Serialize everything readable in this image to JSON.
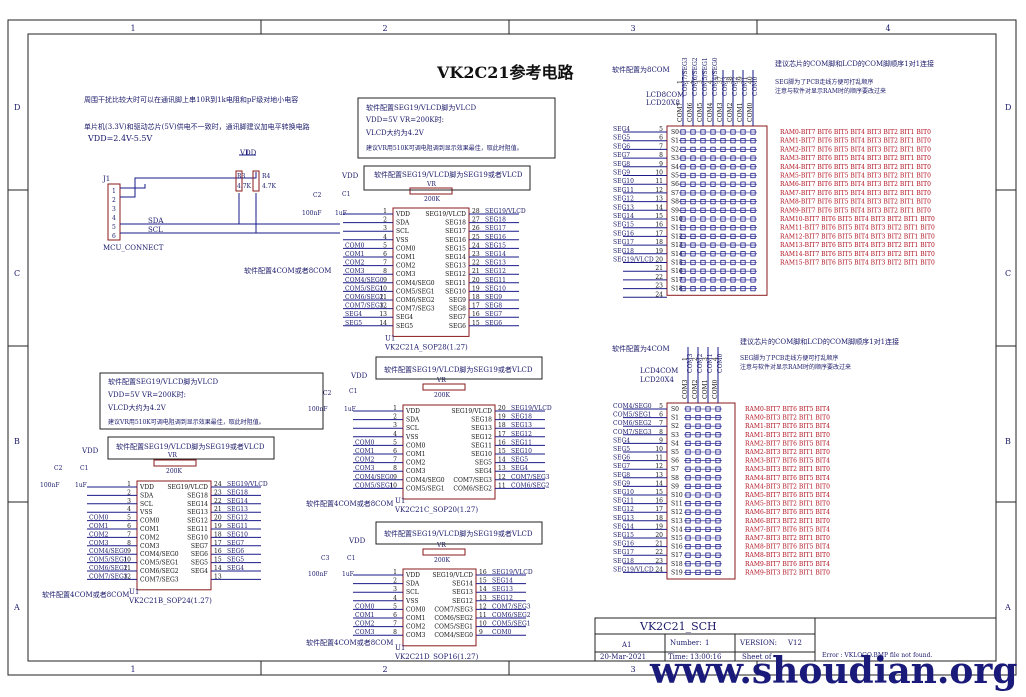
{
  "title": "VK2C21参考电路",
  "watermark": "www.shoudian.org",
  "frame": {
    "cols": [
      "1",
      "2",
      "3",
      "4"
    ],
    "rows": [
      "D",
      "C",
      "B",
      "A"
    ]
  },
  "notes": {
    "pullup": "周围干扰比较大时可以在通讯脚上串10R到1k电阻和pF级对地小电容",
    "mcu": "单片机(3.3V)和驱动芯片(5V)供电不一致时，通讯脚建议加电平转换电路",
    "vdd_range": "VDD=2.4V-5.5V",
    "vlcd_box1": [
      "软件配置SEG19/VLCD脚为VLCD",
      "VDD=5V VR=200K时:",
      "VLCD大约为4.2V",
      "建议VR用510K可调电阻调到显示效果最佳，取此时阻值。"
    ],
    "vlcd_box2": [
      "软件配置SEG19/VLCD脚为VLCD",
      "VDD=5V VR=200K时:",
      "VLCD大约为4.2V",
      "建议VR用510K可调电阻调到显示效果最佳，取此时阻值。"
    ],
    "seg_or_vlcd": "软件配置SEG19/VLCD脚为SEG19或者VLCD",
    "com_cfg": "软件配置4COM或者8COM",
    "lcd8_title": "软件配置为8COM",
    "lcd4_title": "软件配置为4COM",
    "lcd8_advice": [
      "建议芯片的COM脚和LCD的COM脚顺序1对1连接",
      "SEG脚为了PCB走线方便可打乱顺序",
      "注意与软件对显示RAM时的顺序要改过来"
    ],
    "lcd4_advice": [
      "建议芯片的COM脚和LCD的COM脚顺序1对1连接",
      "SEG脚为了PCB走线方便可打乱顺序",
      "注意与软件对显示RAM时的顺序要改过来"
    ]
  },
  "components": {
    "j1": "J1",
    "j1_name": "MCU_CONNECT",
    "j1_pins": [
      "1",
      "2",
      "3",
      "4",
      "5",
      "6"
    ],
    "r3": "R3",
    "r3_val": "4.7K",
    "r4": "R4",
    "r4_val": "4.7K",
    "c_100nf": "100nF",
    "c_1uf": "1uF",
    "vr": "VR",
    "vr_val": "200K",
    "c1": "C1",
    "c2": "C2",
    "c3": "C3",
    "vdd": "VDD",
    "u1": "U1",
    "sda": "SDA",
    "scl": "SCL"
  },
  "chips": {
    "a": {
      "name": "VK2C21A_SOP28(1.27)",
      "left": [
        [
          "VDD",
          "1"
        ],
        [
          "SDA",
          "2"
        ],
        [
          "SCL",
          "3"
        ],
        [
          "VSS",
          "4"
        ],
        [
          "COM0",
          "5"
        ],
        [
          "COM1",
          "6"
        ],
        [
          "COM2",
          "7"
        ],
        [
          "COM3",
          "8"
        ],
        [
          "COM4/SEG0",
          "9"
        ],
        [
          "COM5/SEG1",
          "10"
        ],
        [
          "COM6/SEG2",
          "11"
        ],
        [
          "COM7/SEG3",
          "12"
        ],
        [
          "SEG4",
          "13"
        ],
        [
          "SEG5",
          "14"
        ]
      ],
      "right": [
        [
          "SEG19/VLCD",
          "28"
        ],
        [
          "SEG18",
          "27"
        ],
        [
          "SEG17",
          "26"
        ],
        [
          "SEG16",
          "25"
        ],
        [
          "SEG15",
          "24"
        ],
        [
          "SEG14",
          "23"
        ],
        [
          "SEG13",
          "22"
        ],
        [
          "SEG12",
          "21"
        ],
        [
          "SEG11",
          "20"
        ],
        [
          "SEG10",
          "19"
        ],
        [
          "SEG9",
          "18"
        ],
        [
          "SEG8",
          "17"
        ],
        [
          "SEG7",
          "16"
        ],
        [
          "SEG6",
          "15"
        ]
      ],
      "lnet": [
        "",
        "",
        "",
        "",
        "COM0",
        "COM1",
        "COM2",
        "COM3",
        "COM4/SEG0",
        "COM5/SEG1",
        "COM6/SEG2",
        "COM7/SEG3",
        "SEG4",
        "SEG5"
      ],
      "rnet": [
        "SEG19/VLCD",
        "SEG18",
        "SEG17",
        "SEG16",
        "SEG15",
        "SEG14",
        "SEG13",
        "SEG12",
        "SEG11",
        "SEG10",
        "SEG9",
        "SEG8",
        "SEG7",
        "SEG6"
      ]
    },
    "b": {
      "name": "VK2C21B_SOP24(1.27)",
      "left": [
        [
          "VDD",
          "1"
        ],
        [
          "SDA",
          "2"
        ],
        [
          "SCL",
          "3"
        ],
        [
          "VSS",
          "4"
        ],
        [
          "COM0",
          "5"
        ],
        [
          "COM1",
          "6"
        ],
        [
          "COM2",
          "7"
        ],
        [
          "COM3",
          "8"
        ],
        [
          "COM4/SEG0",
          "9"
        ],
        [
          "COM5/SEG1",
          "10"
        ],
        [
          "COM6/SEG2",
          "11"
        ],
        [
          "COM7/SEG3",
          "12"
        ]
      ],
      "right": [
        [
          "SEG19/VLCD",
          "24"
        ],
        [
          "SEG18",
          "23"
        ],
        [
          "SEG14",
          "22"
        ],
        [
          "SEG13",
          "21"
        ],
        [
          "SEG12",
          "20"
        ],
        [
          "SEG11",
          "19"
        ],
        [
          "SEG10",
          "18"
        ],
        [
          "SEG7",
          "17"
        ],
        [
          "SEG6",
          "16"
        ],
        [
          "SEG5",
          "15"
        ],
        [
          "SEG4",
          "14"
        ],
        [
          "",
          "13"
        ]
      ],
      "lnet": [
        "",
        "",
        "",
        "",
        "COM0",
        "COM1",
        "COM2",
        "COM3",
        "COM4/SEG0",
        "COM5/SEG1",
        "COM6/SEG2",
        "COM7/SEG3"
      ],
      "rnet": [
        "SEG19/VLCD",
        "SEG18",
        "SEG14",
        "SEG13",
        "SEG12",
        "SEG11",
        "SEG10",
        "SEG7",
        "SEG6",
        "SEG5",
        "SEG4",
        ""
      ]
    },
    "c": {
      "name": "VK2C21C_SOP20(1.27)",
      "left": [
        [
          "VDD",
          "1"
        ],
        [
          "SDA",
          "2"
        ],
        [
          "SCL",
          "3"
        ],
        [
          "VSS",
          "4"
        ],
        [
          "COM0",
          "5"
        ],
        [
          "COM1",
          "6"
        ],
        [
          "COM2",
          "7"
        ],
        [
          "COM3",
          "8"
        ],
        [
          "COM4/SEG0",
          "9"
        ],
        [
          "COM5/SEG1",
          "10"
        ]
      ],
      "right": [
        [
          "SEG19/VLCD",
          "20"
        ],
        [
          "SEG18",
          "19"
        ],
        [
          "SEG13",
          "18"
        ],
        [
          "SEG12",
          "17"
        ],
        [
          "SEG11",
          "16"
        ],
        [
          "SEG10",
          "15"
        ],
        [
          "SEG5",
          "14"
        ],
        [
          "SEG4",
          "13"
        ],
        [
          "COM7/SEG3",
          "12"
        ],
        [
          "COM6/SEG2",
          "11"
        ]
      ],
      "lnet": [
        "",
        "",
        "",
        "",
        "COM0",
        "COM1",
        "COM2",
        "COM3",
        "COM4/SEG0",
        "COM5/SEG1"
      ],
      "rnet": [
        "SEG19/VLCD",
        "SEG18",
        "SEG13",
        "SEG12",
        "SEG11",
        "SEG10",
        "SEG5",
        "SEG4",
        "COM7/SEG3",
        "COM6/SEG2"
      ]
    },
    "d": {
      "name": "VK2C21D_SOP16(1.27)",
      "left": [
        [
          "VDD",
          "1"
        ],
        [
          "SDA",
          "2"
        ],
        [
          "SCL",
          "3"
        ],
        [
          "VSS",
          "4"
        ],
        [
          "COM0",
          "5"
        ],
        [
          "COM1",
          "6"
        ],
        [
          "COM2",
          "7"
        ],
        [
          "COM3",
          "8"
        ]
      ],
      "right": [
        [
          "SEG19/VLCD",
          "16"
        ],
        [
          "SEG14",
          "15"
        ],
        [
          "SEG13",
          "14"
        ],
        [
          "SEG12",
          "13"
        ],
        [
          "COM7/SEG3",
          "12"
        ],
        [
          "COM6/SEG2",
          "11"
        ],
        [
          "COM5/SEG1",
          "10"
        ],
        [
          "COM4/SEG0",
          "9"
        ]
      ],
      "lnet": [
        "",
        "",
        "",
        "",
        "COM0",
        "COM1",
        "COM2",
        "COM3"
      ],
      "rnet": [
        "SEG19/VLCD",
        "SEG14",
        "SEG13",
        "SEG12",
        "COM7/SEG3",
        "COM6/SEG2",
        "COM5/SEG1",
        "COM0"
      ]
    }
  },
  "lcd8": {
    "name": [
      "LCD8COM",
      "LCD20X8"
    ],
    "com_labels": [
      "COM7/SEG3",
      "COM6/SEG2",
      "COM5/SEG1",
      "COM4/SEG0",
      "COM3",
      "COM2",
      "COM1",
      "COM0"
    ],
    "com_pins": [
      "1",
      "2",
      "3",
      "4",
      "37",
      "38",
      "39",
      "40"
    ],
    "com_names": [
      "COM7",
      "COM6",
      "COM5",
      "COM4",
      "COM3",
      "COM2",
      "COM1",
      "COM0"
    ],
    "seg_nets": [
      "SEG4",
      "SEG5",
      "SEG6",
      "SEG7",
      "SEG8",
      "SEG9",
      "SEG10",
      "SEG11",
      "SEG12",
      "SEG13",
      "SEG14",
      "SEG15",
      "SEG16",
      "SEG17",
      "SEG18",
      "SEG19/VLCD",
      "",
      "",
      "",
      ""
    ],
    "seg_pins": [
      "5",
      "6",
      "7",
      "8",
      "9",
      "10",
      "11",
      "12",
      "13",
      "14",
      "15",
      "16",
      "17",
      "18",
      "19",
      "20",
      "21",
      "22",
      "23",
      "24"
    ],
    "seg_names": [
      "S0",
      "S1",
      "S2",
      "S3",
      "S4",
      "S5",
      "S6",
      "S7",
      "S8",
      "S9",
      "S10",
      "S11",
      "S12",
      "S13",
      "S14",
      "S15",
      "S16",
      "S17",
      "S18"
    ],
    "ram": [
      "RAM0-BIT7 BIT6 BIT5 BIT4 BIT3 BIT2 BIT1 BIT0",
      "RAM1-BIT7 BIT6 BIT5 BIT4 BIT3 BIT2 BIT1 BIT0",
      "RAM2-BIT7 BIT6 BIT5 BIT4 BIT3 BIT2 BIT1 BIT0",
      "RAM3-BIT7 BIT6 BIT5 BIT4 BIT3 BIT2 BIT1 BIT0",
      "RAM4-BIT7 BIT6 BIT5 BIT4 BIT3 BIT2 BIT1 BIT0",
      "RAM5-BIT7 BIT6 BIT5 BIT4 BIT3 BIT2 BIT1 BIT0",
      "RAM6-BIT7 BIT6 BIT5 BIT4 BIT3 BIT2 BIT1 BIT0",
      "RAM7-BIT7 BIT6 BIT5 BIT4 BIT3 BIT2 BIT1 BIT0",
      "RAM8-BIT7 BIT6 BIT5 BIT4 BIT3 BIT2 BIT1 BIT0",
      "RAM9-BIT7 BIT6 BIT5 BIT4 BIT3 BIT2 BIT1 BIT0",
      "RAM10-BIT7 BIT6 BIT5 BIT4 BIT3 BIT2 BIT1 BIT0",
      "RAM11-BIT7 BIT6 BIT5 BIT4 BIT3 BIT2 BIT1 BIT0",
      "RAM12-BIT7 BIT6 BIT5 BIT4 BIT3 BIT2 BIT1 BIT0",
      "RAM13-BIT7 BIT6 BIT5 BIT4 BIT3 BIT2 BIT1 BIT0",
      "RAM14-BIT7 BIT6 BIT5 BIT4 BIT3 BIT2 BIT1 BIT0",
      "RAM15-BIT7 BIT6 BIT5 BIT4 BIT3 BIT2 BIT1 BIT0"
    ]
  },
  "lcd4": {
    "name": [
      "LCD4COM",
      "LCD20X4"
    ],
    "com_labels": [
      "COM3",
      "COM2",
      "COM1",
      "COM0"
    ],
    "com_pins": [
      "1",
      "2",
      "3",
      "4"
    ],
    "com_names": [
      "COM3",
      "COM2",
      "COM1",
      "COM0"
    ],
    "seg_nets": [
      "COM4/SEG0",
      "COM5/SEG1",
      "COM6/SEG2",
      "COM7/SEG3",
      "SEG4",
      "SEG5",
      "SEG6",
      "SEG7",
      "SEG8",
      "SEG9",
      "SEG10",
      "SEG11",
      "SEG12",
      "SEG13",
      "SEG14",
      "SEG15",
      "SEG16",
      "SEG17",
      "SEG18",
      "SEG19/VLCD"
    ],
    "seg_pins": [
      "5",
      "6",
      "7",
      "8",
      "9",
      "10",
      "11",
      "12",
      "13",
      "14",
      "15",
      "16",
      "17",
      "18",
      "19",
      "20",
      "21",
      "22",
      "23",
      "24"
    ],
    "seg_names": [
      "S0",
      "S1",
      "S2",
      "S3",
      "S4",
      "S5",
      "S6",
      "S7",
      "S8",
      "S9",
      "S10",
      "S11",
      "S12",
      "S13",
      "S14",
      "S15",
      "S16",
      "S17",
      "S18",
      "S19"
    ],
    "ram": [
      "RAM0-BIT7 BIT6 BIT5 BIT4",
      "RAM0-BIT3 BIT2 BIT1 BIT0",
      "RAM1-BIT7 BIT6 BIT5 BIT4",
      "RAM1-BIT3 BIT2 BIT1 BIT0",
      "RAM2-BIT7 BIT6 BIT5 BIT4",
      "RAM2-BIT3 BIT2 BIT1 BIT0",
      "RAM3-BIT7 BIT6 BIT5 BIT4",
      "RAM3-BIT3 BIT2 BIT1 BIT0",
      "RAM4-BIT7 BIT6 BIT5 BIT4",
      "RAM4-BIT3 BIT2 BIT1 BIT0",
      "RAM5-BIT7 BIT6 BIT5 BIT4",
      "RAM5-BIT3 BIT2 BIT1 BIT0",
      "RAM6-BIT7 BIT6 BIT5 BIT4",
      "RAM6-BIT3 BIT2 BIT1 BIT0",
      "RAM7-BIT7 BIT6 BIT5 BIT4",
      "RAM7-BIT3 BIT2 BIT1 BIT0",
      "RAM8-BIT7 BIT6 BIT5 BIT4",
      "RAM8-BIT3 BIT2 BIT1 BIT0",
      "RAM9-BIT7 BIT6 BIT5 BIT4",
      "RAM9-BIT3 BIT2 BIT1 BIT0"
    ]
  },
  "title_block": {
    "name": "VK2C21_SCH",
    "size": "A1",
    "number_label": "Number:",
    "number": "1",
    "version_label": "VERSION:",
    "version": "V12",
    "date": "20-Mar-2021",
    "time_label": "Time:",
    "time": "13:00:16",
    "sheet_label": "Sheet of",
    "error": "Error : VKLOGO.BMP file not found."
  }
}
